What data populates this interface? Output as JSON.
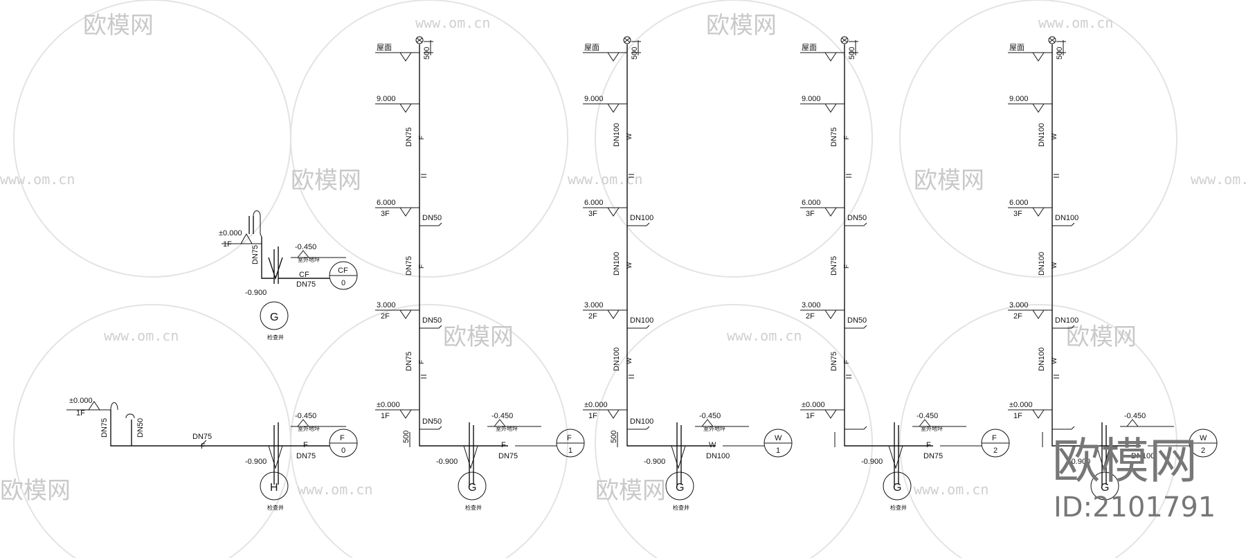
{
  "watermark": {
    "brand": "欧模网",
    "url": "www.om.cn",
    "id_label": "ID:2101791"
  },
  "small_system": {
    "level": "±0.000",
    "floor": "1F",
    "pipe_size": "DN75",
    "outlet_level": "-0.450",
    "outlet_note": "室外地坪",
    "cf_tag": "CF",
    "pipe_size_2": "DN75",
    "invert": "-0.900",
    "circle_label": "CF",
    "circle_num": "0",
    "well_label": "G",
    "well_note": "检查井"
  },
  "h_system": {
    "level": "±0.000",
    "floor": "1F",
    "pipe_a": "DN75",
    "pipe_b": "DN50",
    "main_size": "DN75",
    "letter": "F",
    "outlet_level": "-0.450",
    "outlet_note": "室外地坪",
    "letter_2": "F",
    "pipe_size_2": "DN75",
    "invert": "-0.900",
    "circle_label": "F",
    "circle_num": "0",
    "well_label": "H",
    "well_note": "检查井"
  },
  "risers": [
    {
      "roof": "屋面",
      "height": "500",
      "l9": "9.000",
      "l6": "6.000",
      "f3": "3F",
      "l3": "3.000",
      "f2": "2F",
      "l0": "±0.000",
      "f1": "1F",
      "upper": "DN75",
      "mid": "DN75",
      "low": "DN75",
      "letter": "F",
      "branch3": "DN50",
      "branch2": "DN50",
      "branch1": "DN50",
      "bottom": "500",
      "outlet_level": "-0.450",
      "outlet_note": "室外地坪",
      "out_letter": "F",
      "out_size": "DN75",
      "invert": "-0.900",
      "circle_label": "F",
      "circle_num": "1",
      "well_label": "G",
      "well_note": "检查井"
    },
    {
      "roof": "屋面",
      "height": "500",
      "l9": "9.000",
      "l6": "6.000",
      "f3": "3F",
      "l3": "3.000",
      "f2": "2F",
      "l0": "±0.000",
      "f1": "1F",
      "upper": "DN100",
      "mid": "DN100",
      "low": "DN100",
      "letter": "W",
      "branch3": "DN100",
      "branch2": "DN100",
      "branch1": "DN100",
      "bottom": "500",
      "outlet_level": "-0.450",
      "outlet_note": "室外地坪",
      "out_letter": "W",
      "out_size": "DN100",
      "invert": "-0.900",
      "circle_label": "W",
      "circle_num": "1",
      "well_label": "G",
      "well_note": "检查井"
    },
    {
      "roof": "屋面",
      "height": "500",
      "l9": "9.000",
      "l6": "6.000",
      "f3": "3F",
      "l3": "3.000",
      "f2": "2F",
      "l0": "±0.000",
      "f1": "1F",
      "upper": "DN75",
      "mid": "DN75",
      "low": "DN75",
      "letter": "F",
      "branch3": "DN50",
      "branch2": "DN50",
      "branch1": "",
      "bottom": "",
      "outlet_level": "-0.450",
      "outlet_note": "室外地坪",
      "out_letter": "F",
      "out_size": "DN75",
      "invert": "-0.900",
      "circle_label": "F",
      "circle_num": "2",
      "well_label": "G",
      "well_note": "检查井"
    },
    {
      "roof": "屋面",
      "height": "500",
      "l9": "9.000",
      "l6": "6.000",
      "f3": "3F",
      "l3": "3.000",
      "f2": "2F",
      "l0": "±0.000",
      "f1": "1F",
      "upper": "DN100",
      "mid": "DN100",
      "low": "DN100",
      "letter": "W",
      "branch3": "DN100",
      "branch2": "DN100",
      "branch1": "",
      "bottom": "",
      "outlet_level": "-0.450",
      "outlet_note": "",
      "out_letter": "",
      "out_size": "DN100",
      "invert": "-0.900",
      "circle_label": "W",
      "circle_num": "2",
      "well_label": "G",
      "well_note": ""
    }
  ]
}
